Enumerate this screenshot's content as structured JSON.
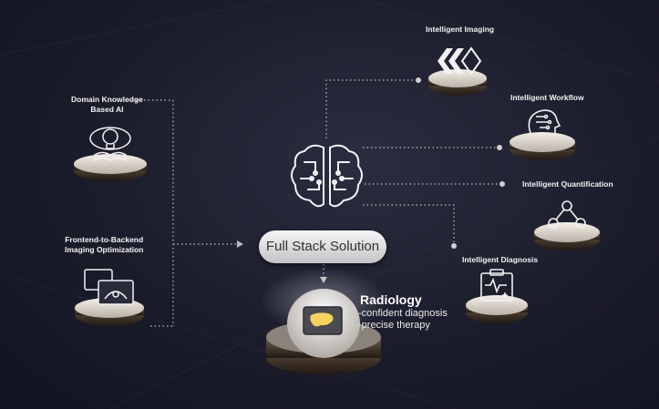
{
  "nodes": {
    "domain_knowledge": {
      "label_line1": "Domain Knowledge",
      "label_line2": "Based AI"
    },
    "frontend_backend": {
      "label_line1": "Frontend-to-Backend",
      "label_line2": "Imaging Optimization"
    },
    "intelligent_imaging": {
      "label": "Intelligent Imaging"
    },
    "intelligent_workflow": {
      "label": "Intelligent Workflow"
    },
    "intelligent_quantification": {
      "label": "Intelligent Quantification"
    },
    "intelligent_diagnosis": {
      "label": "Intelligent Diagnosis"
    }
  },
  "center": {
    "label": "Full Stack Solution"
  },
  "radiology": {
    "title": "Radiology",
    "line1": "-confident diagnosis",
    "line2": "-precise therapy"
  },
  "colors": {
    "accent": "#d9d9d9",
    "background": "#1b1c2a"
  }
}
